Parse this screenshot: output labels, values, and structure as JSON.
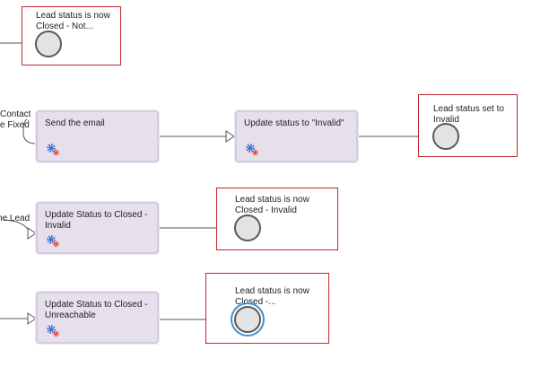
{
  "edge_labels": {
    "contact_line1": "Contact",
    "contact_line2": "e Fixed",
    "lead": "he Lead"
  },
  "tasks": [
    {
      "line1": "Send the email",
      "line2": ""
    },
    {
      "line1": "Update status to \"Invalid\"",
      "line2": ""
    },
    {
      "line1": "Update Status to Closed -",
      "line2": "Invalid"
    },
    {
      "line1": "Update Status to Closed -",
      "line2": "Unreachable"
    }
  ],
  "ends": [
    {
      "line1": "Lead status is now",
      "line2": "Closed - Not..."
    },
    {
      "line1": "Lead status set to",
      "line2": "Invalid"
    },
    {
      "line1": "Lead status is now",
      "line2": "Closed - Invalid"
    },
    {
      "line1": "Lead status is now",
      "line2": "Closed -..."
    }
  ],
  "icons": {
    "task": "gears-icon",
    "end": "end-event-circle-icon",
    "arrow": "arrowhead-icon"
  },
  "colors": {
    "task_fill": "#e5e0ec",
    "end_box_border": "#c0272d",
    "selection_ring": "#3f8ed8",
    "gear_blue": "#3d6cc9",
    "gear_red": "#e0462b"
  }
}
